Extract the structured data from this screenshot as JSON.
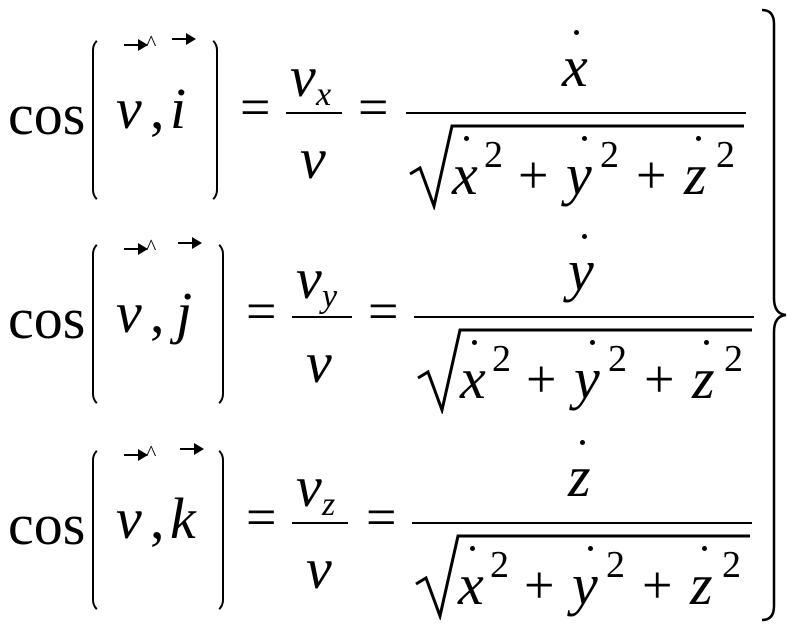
{
  "equations": [
    {
      "fn": "cos",
      "v": "v",
      "comma": ",",
      "unit": "i",
      "eq": "=",
      "num_v": "v",
      "num_sub": "x",
      "den_v": "v",
      "eq2": "=",
      "top": "x",
      "sq_x": "x",
      "sq_y": "y",
      "sq_z": "z",
      "pow": "2",
      "plus": "+"
    },
    {
      "fn": "cos",
      "v": "v",
      "comma": ",",
      "unit": "j",
      "eq": "=",
      "num_v": "v",
      "num_sub": "y",
      "den_v": "v",
      "eq2": "=",
      "top": "y",
      "sq_x": "x",
      "sq_y": "y",
      "sq_z": "z",
      "pow": "2",
      "plus": "+"
    },
    {
      "fn": "cos",
      "v": "v",
      "comma": ",",
      "unit": "k",
      "eq": "=",
      "num_v": "v",
      "num_sub": "z",
      "den_v": "v",
      "eq2": "=",
      "top": "z",
      "sq_x": "x",
      "sq_y": "y",
      "sq_z": "z",
      "pow": "2",
      "plus": "+"
    }
  ],
  "hat_glyph": "^"
}
